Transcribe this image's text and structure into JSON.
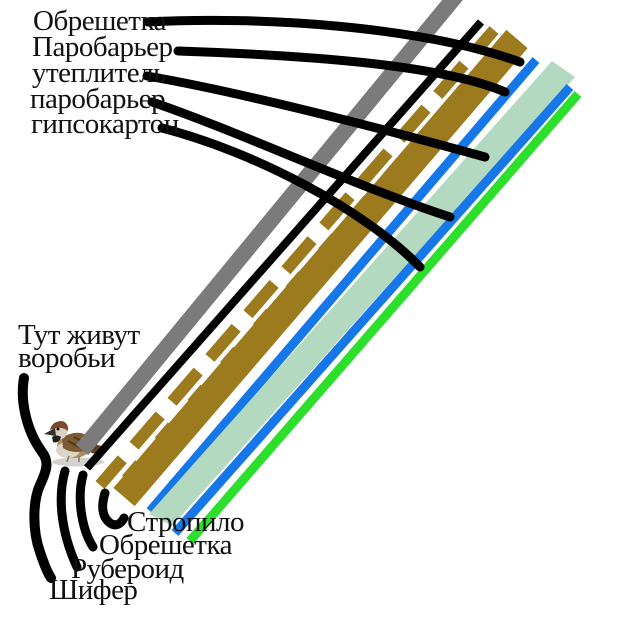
{
  "top_labels": [
    "Обрешетка",
    "Паробарьер",
    "утеплитель",
    "паробарьер",
    "гипсокартон"
  ],
  "nest_label": {
    "line1": "Тут живут",
    "line2": "воробьи"
  },
  "bottom_labels": {
    "stropilo": "Стропило",
    "obreshetka": "Обрешетка",
    "ruberoid": "Рубероид",
    "shifer": "Шифер"
  },
  "colors": {
    "slate_gray": "#7b7b7b",
    "ruberoid_black": "#000000",
    "wood_brown": "#9c7b1f",
    "vapor_blue": "#1677e8",
    "insulation_mint": "#b3d9c1",
    "drywall_green": "#2bdf2b",
    "pointer_black": "#000000"
  }
}
